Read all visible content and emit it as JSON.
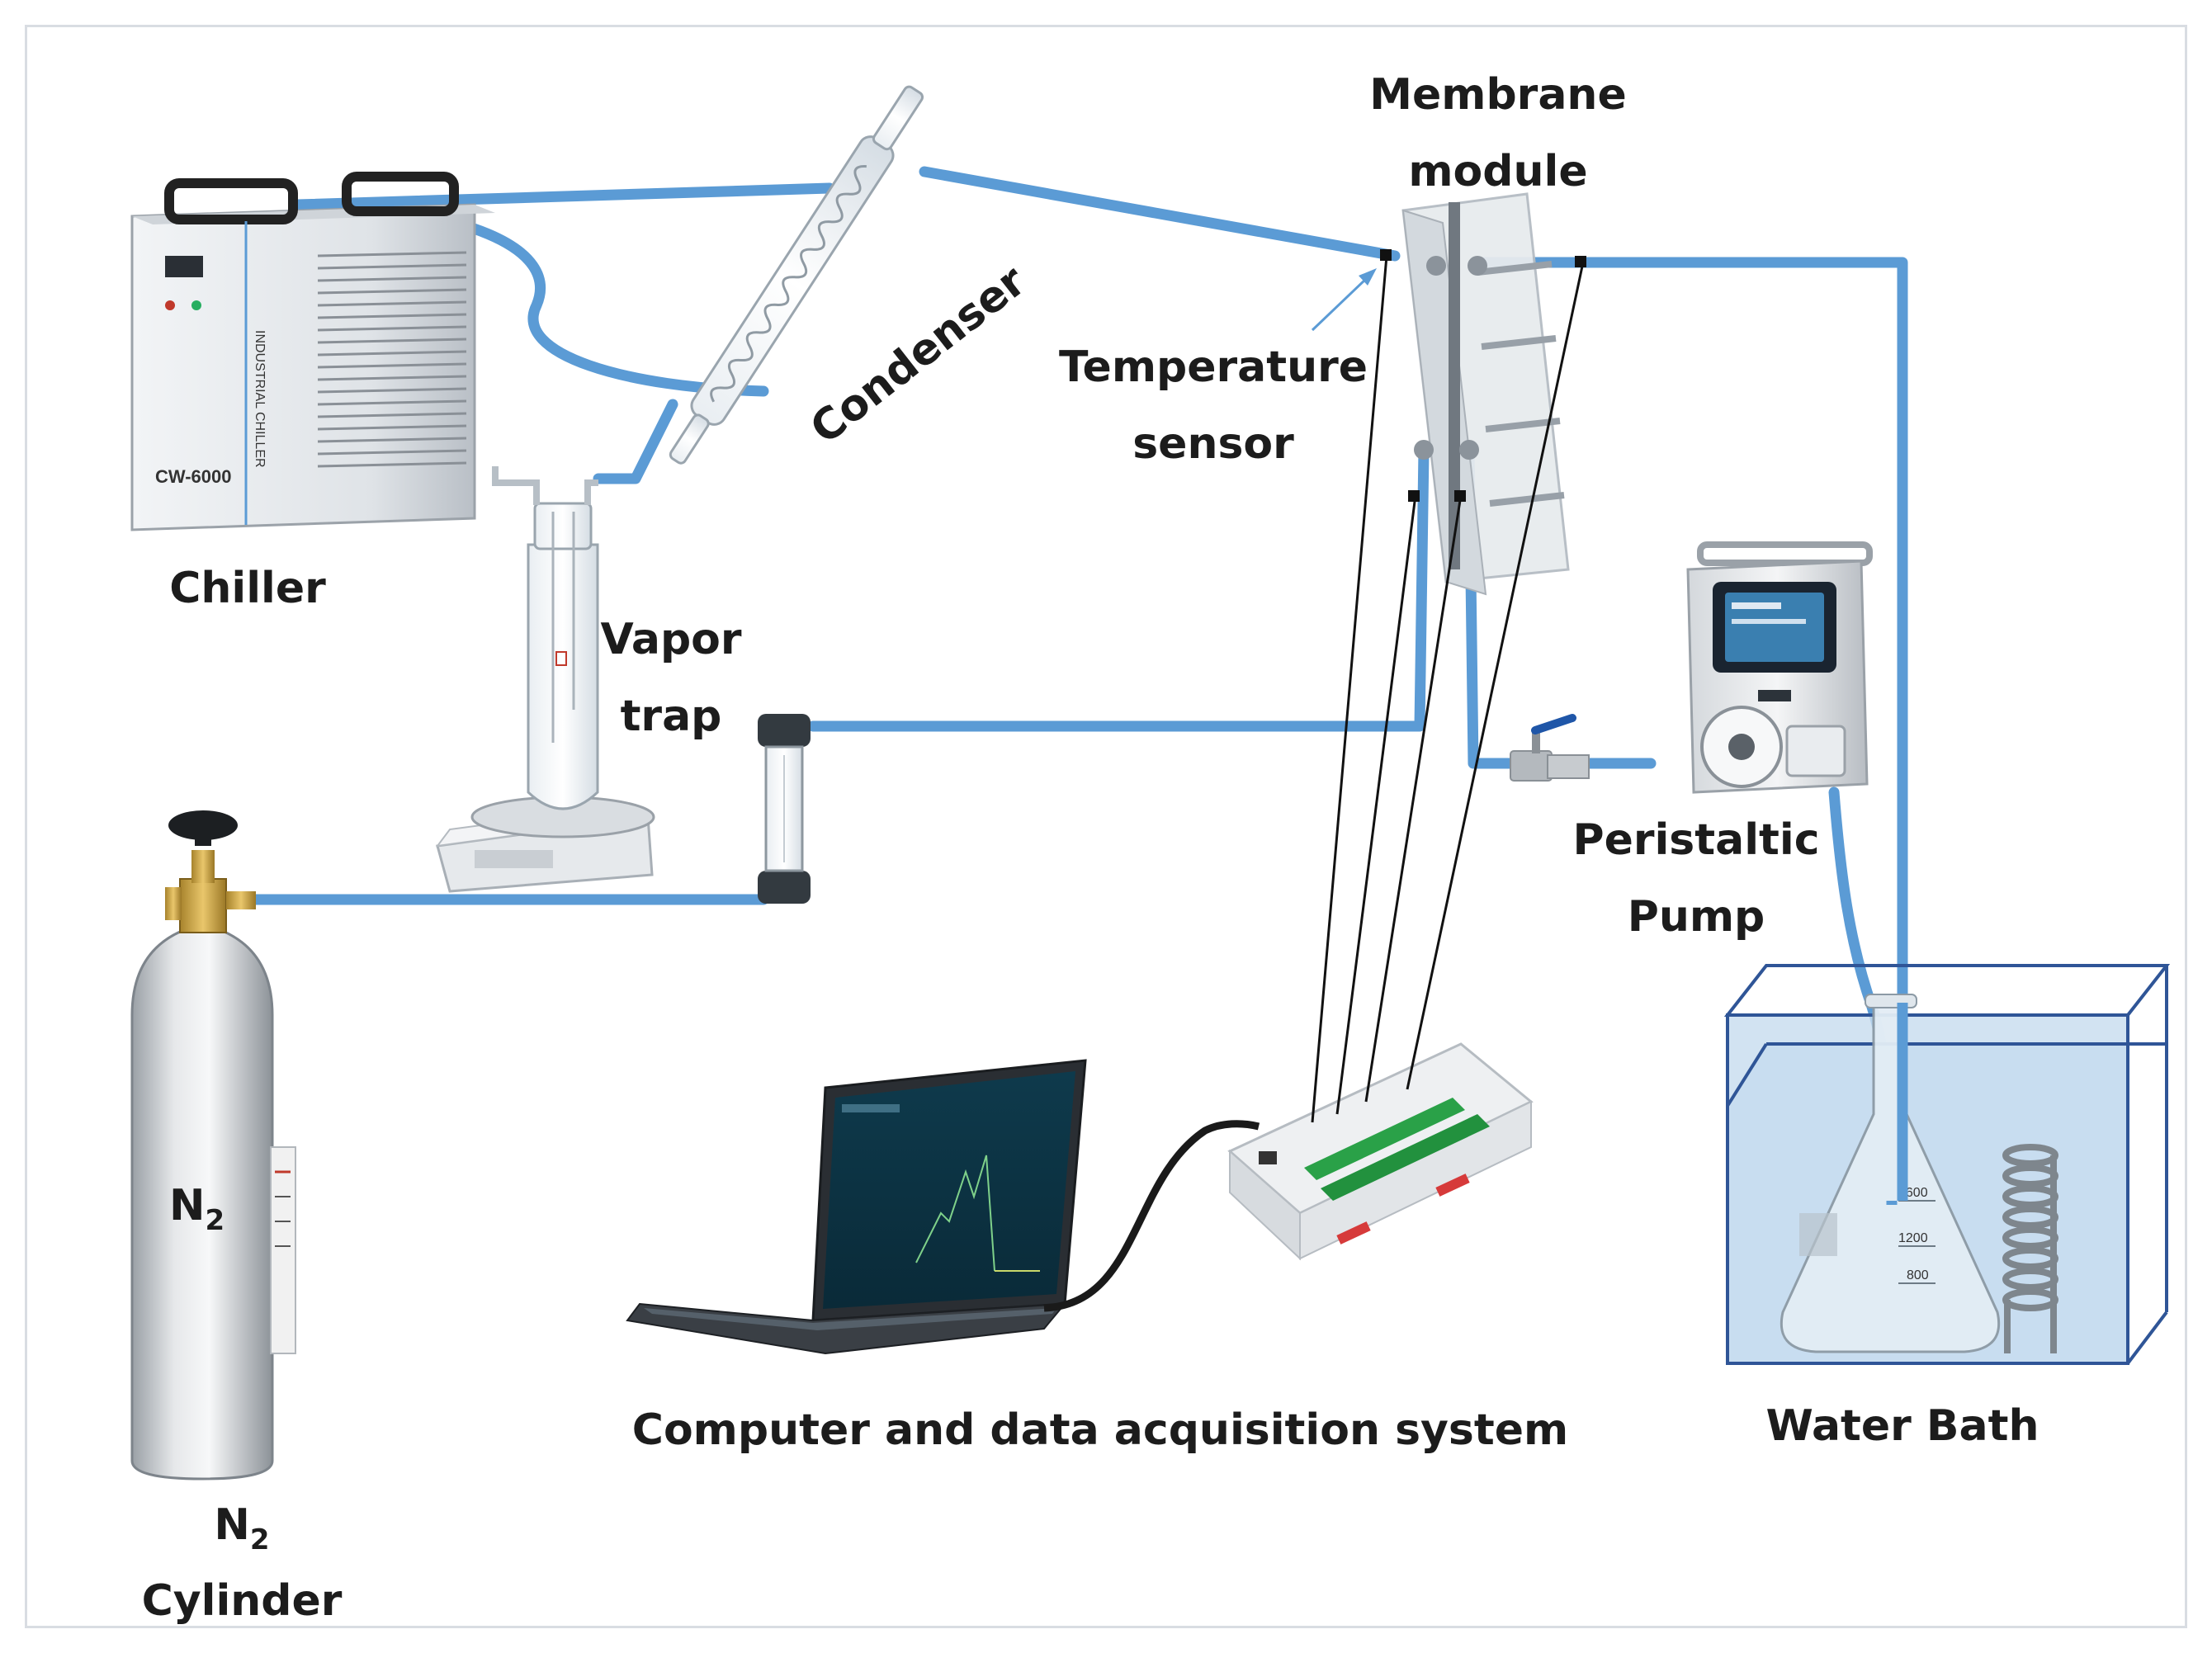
{
  "labels": {
    "chiller": "Chiller",
    "condenser": "Condenser",
    "membrane_line1": "Membrane",
    "membrane_line2": "module",
    "temp_line1": "Temperature",
    "temp_line2": "sensor",
    "vapor_line1": "Vapor",
    "vapor_line2": "trap",
    "pump_line1": "Peristaltic",
    "pump_line2": "Pump",
    "computer": "Computer and data acquisition system",
    "water_bath": "Water Bath",
    "n2_main": "N",
    "n2_sub": "2",
    "cyl_n": "N",
    "cyl_sub": "2",
    "cyl_word": "Cylinder"
  },
  "device_text": {
    "chiller_model": "CW-6000",
    "chiller_side": "INDUSTRIAL CHILLER",
    "flask_marks": [
      "1600",
      "1200",
      "800"
    ]
  },
  "colors": {
    "tube": "#5b9bd5",
    "water": "#c7dcef",
    "bath_edge": "#2f5597",
    "wire": "#111111"
  },
  "icons": {
    "chiller": "chiller-unit",
    "condenser": "glass-condenser",
    "membrane": "membrane-module",
    "pump": "peristaltic-pump",
    "cylinder": "gas-cylinder",
    "laptop": "laptop",
    "daq": "data-acquisition-module",
    "bath": "water-bath"
  }
}
